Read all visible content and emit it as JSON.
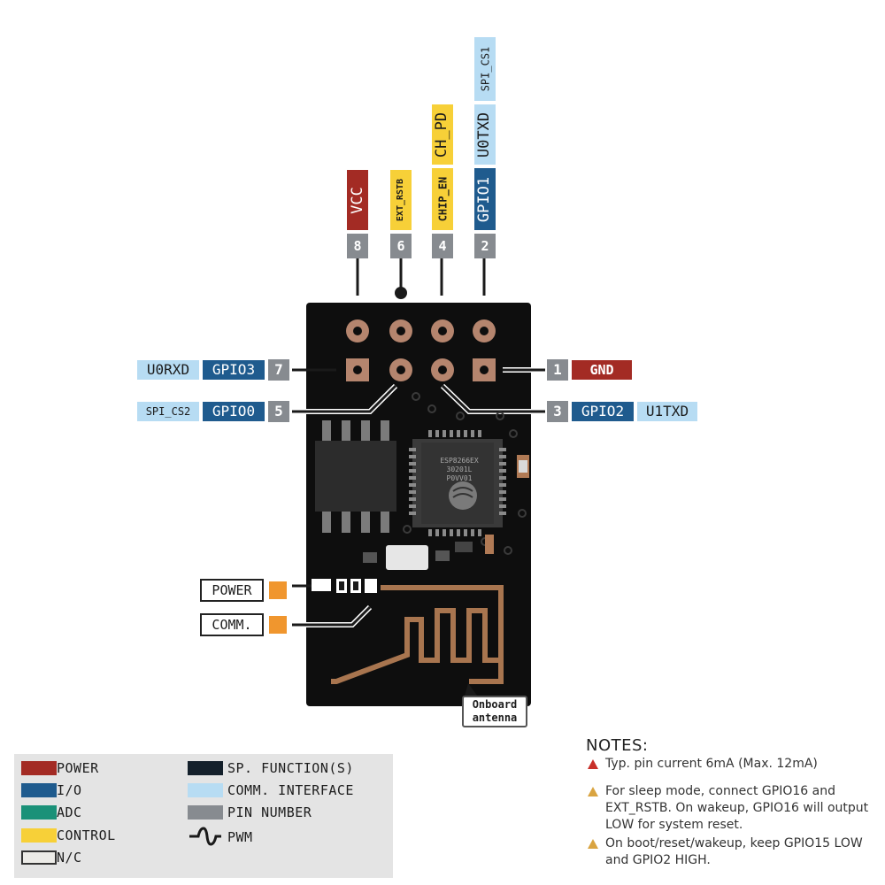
{
  "colors": {
    "power": "#a32b24",
    "io": "#1f5b8e",
    "adc": "#1a9178",
    "control": "#f7d038",
    "nc": "#ecebe7",
    "sp_function": "#14202b",
    "comm_interface": "#b7dcf3",
    "pin_number": "#878b90",
    "board": "#0e0e0e",
    "pad": "#b5856e",
    "led_label": "#f0962e"
  },
  "top_pins": {
    "pin8": {
      "number": "8",
      "labels": [
        "VCC"
      ]
    },
    "pin6": {
      "number": "6",
      "labels": [
        "EXT_RSTB"
      ]
    },
    "pin4": {
      "number": "4",
      "labels": [
        "CHIP_EN",
        "CH_PD"
      ]
    },
    "pin2": {
      "number": "2",
      "labels": [
        "GPIO1",
        "U0TXD",
        "SPI_CS1"
      ]
    }
  },
  "side_pins": {
    "pin7": {
      "number": "7",
      "io": "GPIO3",
      "comm": "U0RXD"
    },
    "pin5": {
      "number": "5",
      "io": "GPIO0",
      "comm": "SPI_CS2"
    },
    "pin1": {
      "number": "1",
      "power": "GND"
    },
    "pin3": {
      "number": "3",
      "io": "GPIO2",
      "comm": "U1TXD"
    }
  },
  "chip": {
    "line1": "ESP8266EX",
    "line2": "30201L",
    "line3": "P0VV01"
  },
  "leds": {
    "power_label": "POWER",
    "comm_label": "COMM."
  },
  "antenna": {
    "line1": "Onboard",
    "line2": "antenna"
  },
  "legend": {
    "items": [
      "POWER",
      "I/O",
      "ADC",
      "CONTROL",
      "N/C"
    ],
    "items_right": [
      "SP. FUNCTION(S)",
      "COMM. INTERFACE",
      "PIN NUMBER",
      "PWM"
    ]
  },
  "notes": {
    "title": "NOTES:",
    "note1": "Typ. pin current 6mA (Max. 12mA)",
    "note2_l1": "For sleep mode, connect GPIO16 and",
    "note2_l2": "EXT_RSTB. On wakeup, GPIO16 will output",
    "note2_l3": "LOW for system reset.",
    "note3_l1": "On boot/reset/wakeup, keep GPIO15 LOW",
    "note3_l2": "and GPIO2 HIGH.",
    "note1_icon_color": "#c8302a",
    "note_warn_icon_color": "#d9a441"
  }
}
